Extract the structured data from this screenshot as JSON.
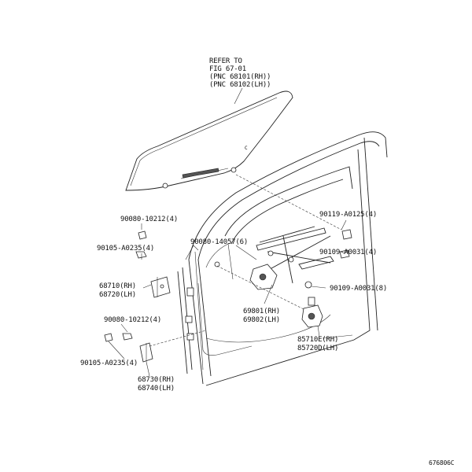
{
  "callouts": {
    "glass_ref_1": "REFER TO",
    "glass_ref_2": "FIG 67-01",
    "glass_ref_3": "(PNC 68101(RH))",
    "glass_ref_4": "(PNC 68102(LH))",
    "p90119": "90119-A0125(4)",
    "p90080_upper": "90080-10212(4)",
    "p90105_upper": "90105-A0235(4)",
    "p90080_14057": "90080-14057(6)",
    "p90109_4": "90109-A0031(4)",
    "p90109_8": "90109-A0031(8)",
    "p68710": "68710(RH)",
    "p68720": "68720(LH)",
    "p69801": "69801(RH)",
    "p69802": "69802(LH)",
    "p90080_lower": "90080-10212(4)",
    "p85710": "85710E(RH)",
    "p85720": "85720D(LH)",
    "p90105_lower": "90105-A0235(4)",
    "p68730": "68730(RH)",
    "p68740": "68740(LH)"
  },
  "figure_code": "676806C"
}
